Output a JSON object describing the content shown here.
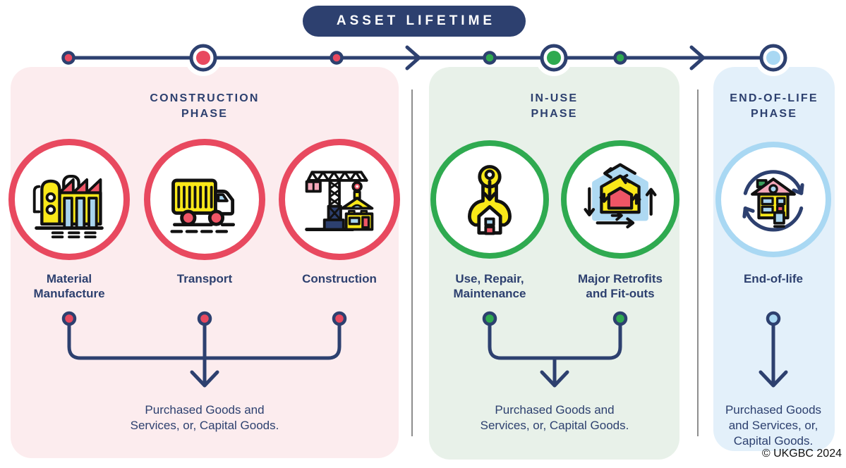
{
  "title": "ASSET LIFETIME",
  "copyright": "© UKGBC 2024",
  "colors": {
    "navy": "#2d406f",
    "red": "#e8495f",
    "green": "#2faa50",
    "light_blue": "#a9d8f3",
    "panel_pink": "#fcecee",
    "panel_green": "#e8f1e9",
    "panel_blue": "#e3f0fa",
    "icon_yellow": "#f9e819",
    "icon_red": "#ee5566",
    "icon_pink": "#f4a7b9",
    "icon_blue": "#a8d4ee",
    "icon_green": "#3ba05c",
    "icon_outline": "#111111"
  },
  "timeline": {
    "stops": [
      {
        "type": "minor-dot",
        "color": "red"
      },
      {
        "type": "major-dot",
        "color": "red"
      },
      {
        "type": "minor-dot",
        "color": "red"
      },
      {
        "type": "arrow"
      },
      {
        "type": "minor-dot",
        "color": "green"
      },
      {
        "type": "major-dot",
        "color": "green"
      },
      {
        "type": "minor-dot",
        "color": "green"
      },
      {
        "type": "arrow"
      },
      {
        "type": "major-dot",
        "color": "light-blue"
      }
    ]
  },
  "phases": [
    {
      "name": "construction",
      "title": [
        "CONSTRUCTION",
        "PHASE"
      ],
      "items": [
        {
          "label": [
            "Material",
            "Manufacture"
          ],
          "icon": "factory-icon"
        },
        {
          "label": [
            "Transport"
          ],
          "icon": "truck-icon"
        },
        {
          "label": [
            "Construction"
          ],
          "icon": "crane-icon"
        }
      ],
      "output": [
        "Purchased Goods and",
        "Services, or, Capital Goods."
      ]
    },
    {
      "name": "in-use",
      "title": [
        "IN-USE",
        "PHASE"
      ],
      "items": [
        {
          "label": [
            "Use, Repair,",
            "Maintenance"
          ],
          "icon": "wrench-house-icon"
        },
        {
          "label": [
            "Major Retrofits",
            "and Fit-outs"
          ],
          "icon": "retrofit-house-icon"
        }
      ],
      "output": [
        "Purchased Goods and",
        "Services, or, Capital Goods."
      ]
    },
    {
      "name": "end-of-life",
      "title": [
        "END-OF-LIFE",
        "PHASE"
      ],
      "items": [
        {
          "label": [
            "End-of-life"
          ],
          "icon": "recycle-house-icon"
        }
      ],
      "output": [
        "Purchased Goods",
        "and Services, or,",
        "Capital Goods."
      ]
    }
  ]
}
